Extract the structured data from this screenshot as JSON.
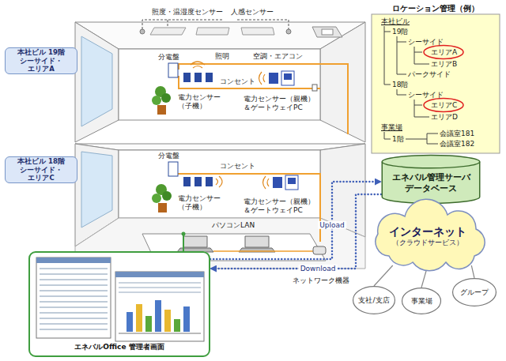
{
  "diagram": {
    "nodes": [
      {
        "text": [
          "本社ビル 19階 シーサイド・エリアA"
        ]
      },
      {
        "text": [
          "本社ビル 18階 シーサイド・エリアC"
        ]
      },
      {
        "text": [
          "ロケーション管理（例）"
        ]
      },
      {
        "text": [
          "エネバル管理サーバ データベース"
        ]
      },
      {
        "text": [
          "インターネット",
          "（クラウドサービス）"
        ]
      },
      {
        "text": [
          "支社/支店"
        ]
      },
      {
        "text": [
          "事業場"
        ]
      },
      {
        "text": [
          "グループ"
        ]
      },
      {
        "text": [
          "エネバルOffice 管理者画面"
        ]
      }
    ],
    "edges": [
      {
        "from": 8,
        "to": 3,
        "arrow": "to",
        "label": "Upload"
      },
      {
        "from": 3,
        "to": 8,
        "arrow": "to",
        "label": "Download"
      },
      {
        "from": 4,
        "to": 5,
        "arrow": "none"
      },
      {
        "from": 4,
        "to": 6,
        "arrow": "none"
      },
      {
        "from": 4,
        "to": 7,
        "arrow": "none"
      }
    ],
    "labels": [
      "照度・温湿度センサー",
      "人感センサー",
      "照明",
      "空調・エアコン",
      "分電盤",
      "コンセント",
      "電力センサー（子機）",
      "電力センサー（親機） ＆ゲートウェイPC",
      "分電盤",
      "コンセント",
      "電力センサー（子機）",
      "電力センサー（親機） ＆ゲートウェイPC",
      "パソコンLAN",
      "ネットワーク機器",
      "本社ビル",
      "19階",
      "シーサイド",
      "エリアA",
      "エリアB",
      "パークサイド",
      "18階",
      "シーサイド",
      "エリアC",
      "エリアD",
      "事業場",
      "1階",
      "会議室181",
      "会議室182"
    ]
  }
}
